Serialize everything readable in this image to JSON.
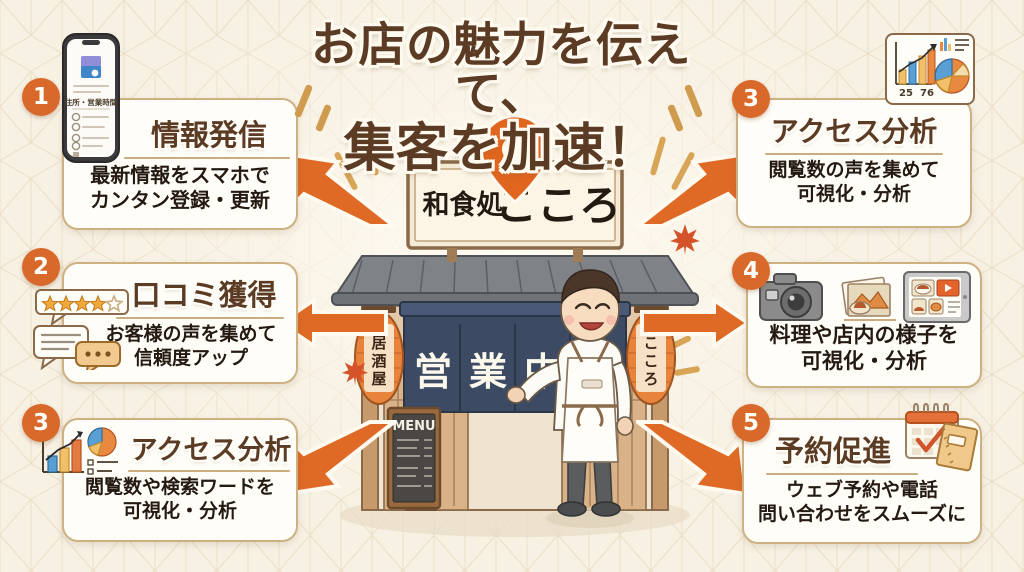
{
  "meta": {
    "title_line1": "お店の魅力を伝えて、",
    "title_line2": "集客を加速！",
    "accent_orange": "#d9692a",
    "dark_brown": "#5b3b23",
    "card_border": "#cdb183",
    "background": "#f7f1e4",
    "gold": "#cf9b4e"
  },
  "storefront": {
    "signboard_small": "和食処",
    "signboard_main": "こころ",
    "noren_text": "営業中",
    "lantern_left": "居酒屋",
    "lantern_right": "こころ",
    "menu_board_label": "MENU",
    "pin_icon": "location-pin-icon",
    "staff_icon": "smiling-chef-character"
  },
  "items_left": [
    {
      "number": "1",
      "heading": "情報発信",
      "body_line1": "最新情報をスマホで",
      "body_line2": "カンタン登録・更新",
      "icon": "smartphone-store-listing-icon",
      "phone_screen_label": "住所・営業時間"
    },
    {
      "number": "2",
      "heading": "口コミ獲得",
      "body_line1": "お客様の声を集めて",
      "body_line2": "信頼度アップ",
      "icon": "star-rating-review-bubbles-icon",
      "stars_filled": 4,
      "stars_total": 5
    },
    {
      "number": "3",
      "heading": "アクセス分析",
      "body_line1": "閲覧数や検索ワードを",
      "body_line2": "可視化・分析",
      "icon": "bar-chart-pie-chart-icon"
    }
  ],
  "items_right": [
    {
      "number": "3",
      "heading": "アクセス分析",
      "body_line1": "閲覧数の声を集めて",
      "body_line2": "可視化・分析",
      "icon": "analytics-dashboard-icon",
      "chart_label_a": "25",
      "chart_label_b": "76"
    },
    {
      "number": "4",
      "heading": "",
      "body_line1": "料理や店内の様子を",
      "body_line2": "可視化・分析",
      "icon": "camera-photos-tablet-icon"
    },
    {
      "number": "5",
      "heading": "予約促進",
      "body_line1": "ウェブ予約や電話",
      "body_line2": "問い合わせをスムーズに",
      "icon": "calendar-notebook-icon"
    }
  ]
}
